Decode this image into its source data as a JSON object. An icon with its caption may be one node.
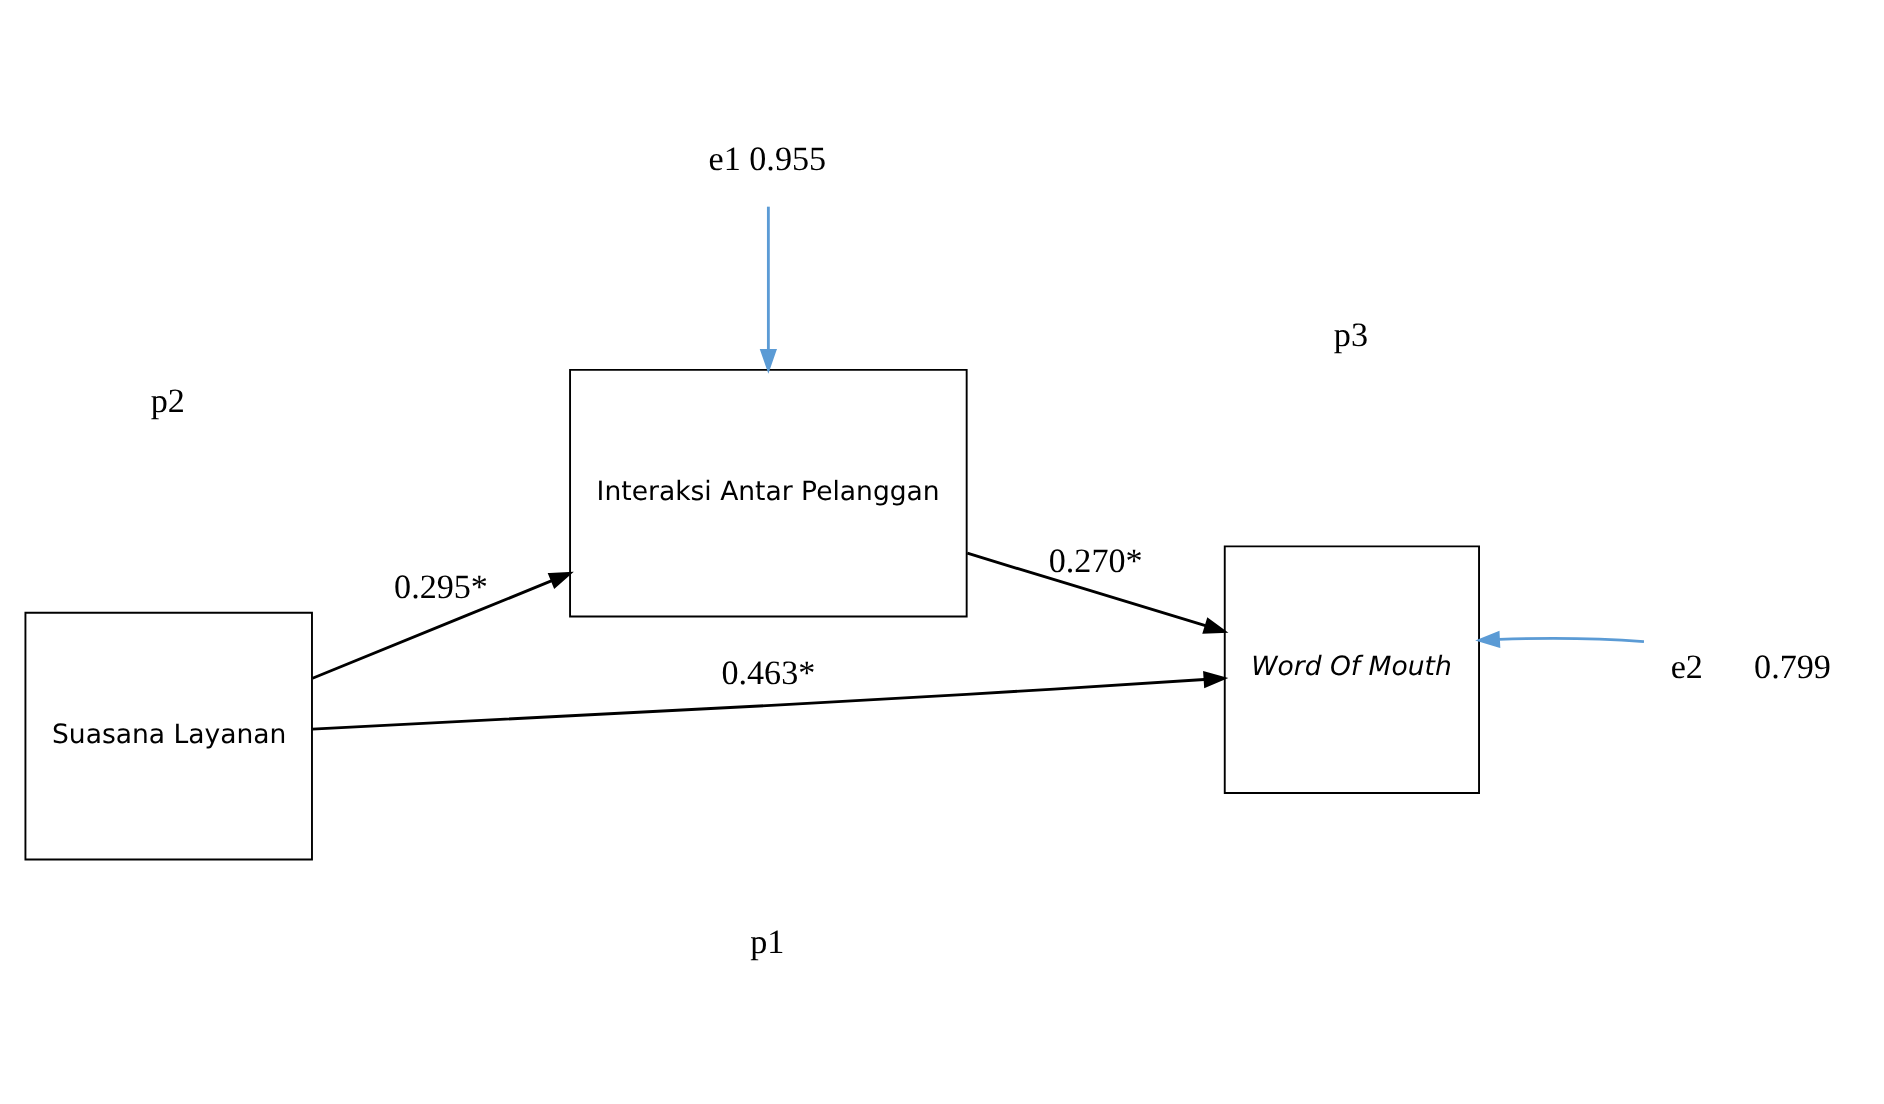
{
  "diagram": {
    "nodes": [
      {
        "text": [
          "Interaksi Antar Pelanggan"
        ]
      },
      {
        "text": [
          "Suasana Layanan"
        ]
      },
      {
        "text": [
          "Word Of Mouth"
        ]
      },
      {
        "text": [
          "e1 0.955"
        ]
      },
      {
        "text": [
          "e2"
        ],
        "beside": [
          "0.799"
        ]
      }
    ],
    "edges": [
      {
        "from": 1,
        "to": 0,
        "arrow": "to",
        "label": "0.295*"
      },
      {
        "from": 0,
        "to": 2,
        "arrow": "to",
        "label": "0.270*"
      },
      {
        "from": 1,
        "to": 2,
        "arrow": "to",
        "label": "0.463*"
      },
      {
        "from": 3,
        "to": 0,
        "arrow": "to",
        "color": "#5b9bd5"
      },
      {
        "from": 4,
        "to": 2,
        "arrow": "to",
        "color": "#5b9bd5"
      }
    ],
    "labels": [
      "p2",
      "p3",
      "p1"
    ]
  }
}
